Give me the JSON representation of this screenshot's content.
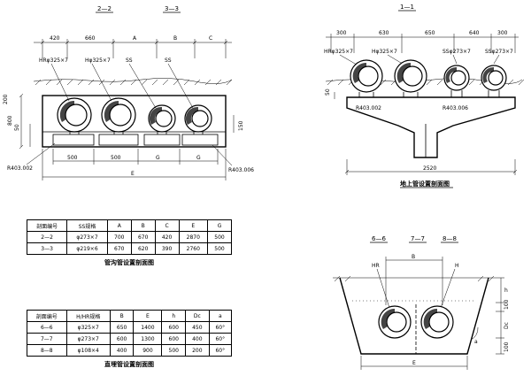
{
  "left_view": {
    "section_labels": [
      "2—2",
      "3—3"
    ],
    "top_dims": [
      "420",
      "660",
      "A",
      "B",
      "C"
    ],
    "pipe_labels": [
      "HRφ325×7",
      "Hφ325×7",
      "SS",
      "SS"
    ],
    "left_dims": [
      "800",
      "50",
      "200"
    ],
    "right_dims": [
      "150"
    ],
    "support_codes": [
      "R403.002",
      "R403.006"
    ],
    "bottom_dims": [
      "500",
      "500",
      "G",
      "G"
    ],
    "total_dim": "E"
  },
  "right_view": {
    "section_label": "1—1",
    "top_dims": [
      "300",
      "630",
      "650",
      "640",
      "300"
    ],
    "pipe_labels": [
      "HRφ325×7",
      "Hφ325×7",
      "SSφ273×7",
      "SSφ273×7"
    ],
    "left_dim": "50",
    "support_codes": [
      "R403.002",
      "R403.006"
    ],
    "total_dim": "2520",
    "caption": "地上管设置剖面图"
  },
  "trench_view": {
    "section_labels": [
      "6—6",
      "7—7",
      "8—8"
    ],
    "pipe_labels": [
      "HR",
      "H"
    ],
    "dims": [
      "B",
      "E",
      "h",
      "100",
      "Dc",
      "100",
      "a"
    ]
  },
  "table1": {
    "headers": [
      "剖面编号",
      "SS规格",
      "A",
      "B",
      "C",
      "E",
      "G"
    ],
    "rows": [
      [
        "2—2",
        "φ273×7",
        "700",
        "670",
        "420",
        "2870",
        "500"
      ],
      [
        "3—3",
        "φ219×6",
        "670",
        "620",
        "390",
        "2760",
        "500"
      ]
    ],
    "caption": "管沟管设置剖面图"
  },
  "table2": {
    "headers": [
      "剖面编号",
      "H/HR规格",
      "B",
      "E",
      "h",
      "Dc",
      "a"
    ],
    "rows": [
      [
        "6—6",
        "φ325×7",
        "650",
        "1400",
        "600",
        "450",
        "60°"
      ],
      [
        "7—7",
        "φ273×7",
        "600",
        "1300",
        "600",
        "400",
        "60°"
      ],
      [
        "8—8",
        "φ108×4",
        "400",
        "900",
        "500",
        "200",
        "60°"
      ]
    ],
    "caption": "直埋管设置剖面图"
  }
}
